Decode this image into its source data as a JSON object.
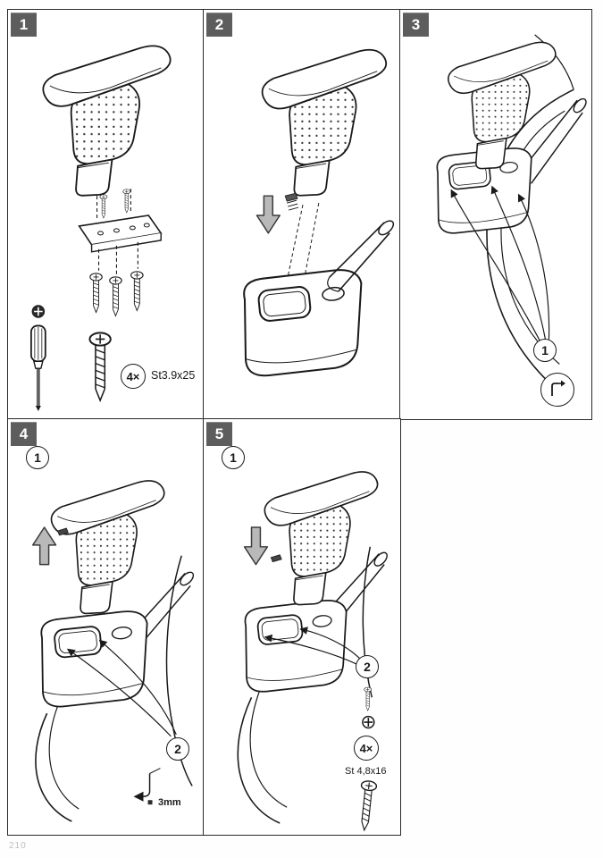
{
  "panels": [
    {
      "number": "1",
      "qty": "4×",
      "spec": "St3.9x25"
    },
    {
      "number": "2"
    },
    {
      "number": "3",
      "callout_1": "1"
    },
    {
      "number": "4",
      "callout_1": "1",
      "callout_2": "2",
      "detail": "3mm"
    },
    {
      "number": "5",
      "callout_1": "1",
      "callout_2": "2",
      "qty": "4×",
      "spec": "St 4,8x16"
    }
  ],
  "footer": {
    "mark": "210"
  },
  "colors": {
    "line": "#1a1a1a",
    "block_arrow_fill": "#b9b9b9",
    "tile_bg": "#5d5d5d",
    "tile_text": "#ffffff"
  }
}
